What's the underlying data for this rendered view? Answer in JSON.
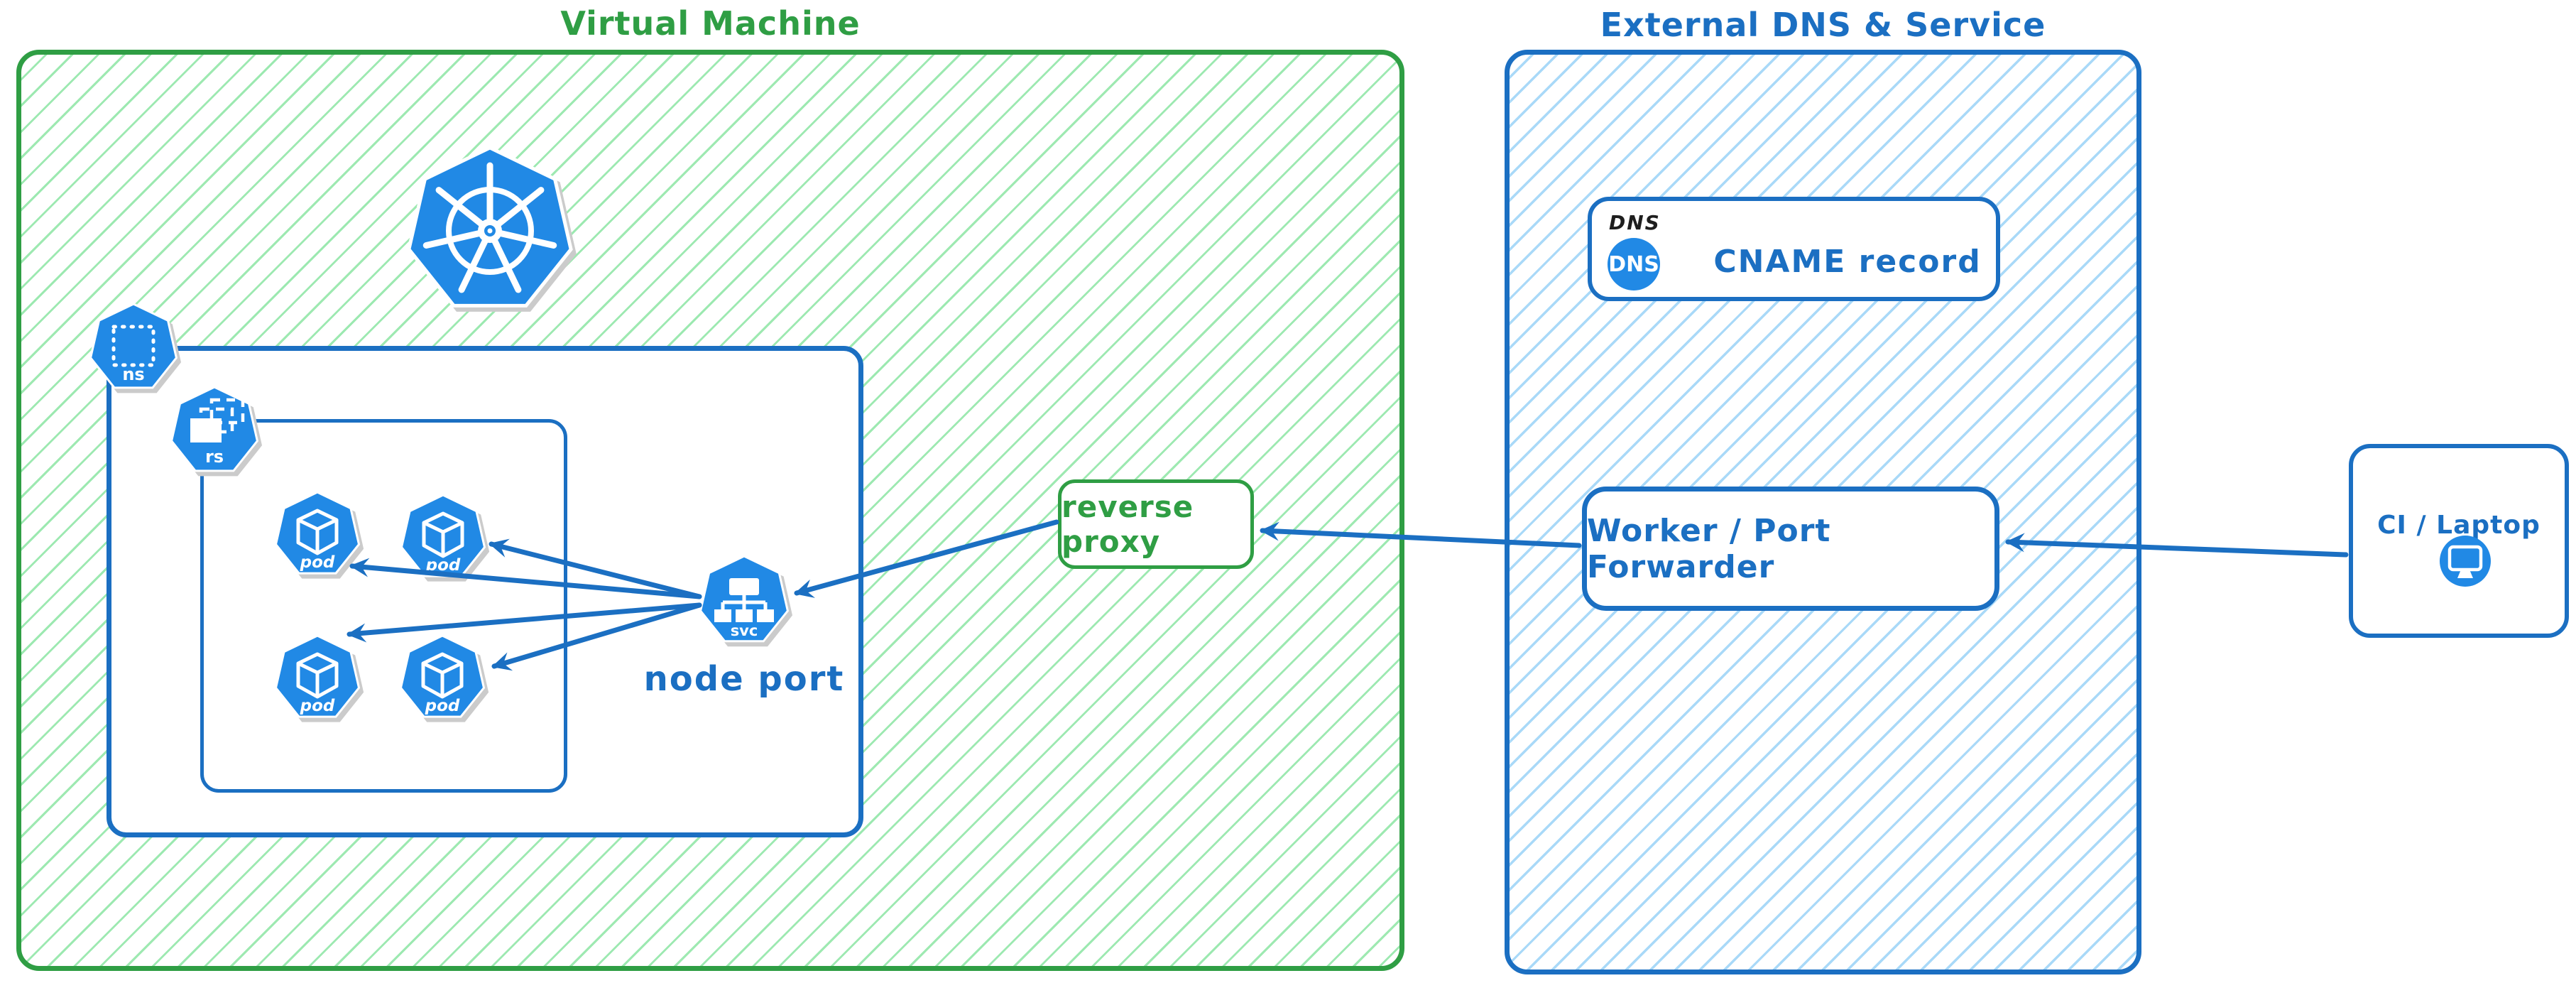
{
  "titles": {
    "vm": "Virtual Machine",
    "external": "External DNS & Service"
  },
  "vm": {
    "node_port_label": "node port",
    "reverse_proxy_label": "reverse proxy",
    "icons": {
      "kubernetes": "kubernetes-logo",
      "ns": "ns",
      "rs": "rs",
      "pod": "pod",
      "svc": "svc"
    }
  },
  "external": {
    "dns_tag": "DNS",
    "dns_badge": "DNS",
    "cname_label": "CNAME record",
    "worker_label": "Worker / Port Forwarder"
  },
  "client": {
    "label": "CI / Laptop"
  },
  "colors": {
    "green_border": "#2f9e44",
    "green_hatch": "#9de9b1",
    "blue_border": "#1b6fc2",
    "blue_hatch": "#a9d9f8",
    "icon_blue": "#2189e5",
    "dns_tag_black": "#1e1e1e"
  }
}
